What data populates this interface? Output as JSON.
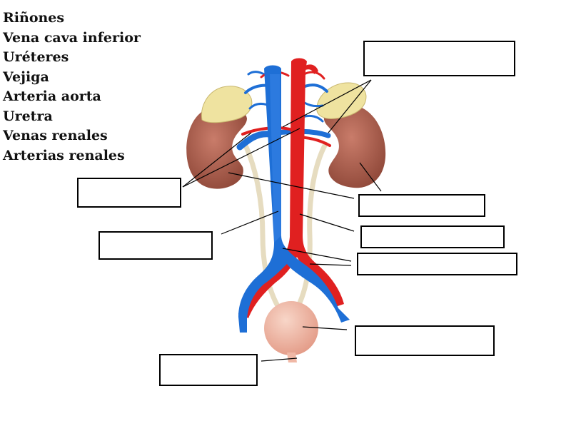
{
  "word_bank": [
    "Riñones",
    "Vena cava inferior",
    "Uréteres",
    "Vejiga",
    "Arteria aorta",
    "Uretra",
    "Venas renales",
    "Arterias renales"
  ],
  "answer_boxes": [
    "",
    "",
    "",
    "",
    "",
    "",
    "",
    ""
  ],
  "colors": {
    "vein": "#1e6fd6",
    "artery": "#e02020",
    "kidney": "#a85a4a",
    "adrenal": "#efe3a0",
    "ureter": "#e8ddc2",
    "bladder": "#f0b8a6",
    "outline": "#000000"
  }
}
